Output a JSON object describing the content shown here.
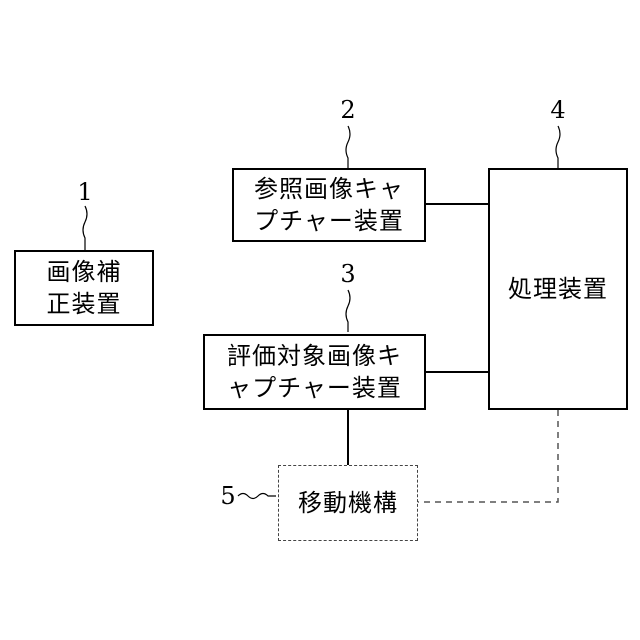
{
  "colors": {
    "line": "#000000",
    "dashed_line": "#555555",
    "background": "#ffffff"
  },
  "blocks": {
    "correction_device": {
      "number": "1",
      "lines": [
        "画像補",
        "正装置"
      ]
    },
    "reference_capture": {
      "number": "2",
      "lines": [
        "参照画像キャ",
        "プチャー装置"
      ]
    },
    "evaluation_capture": {
      "number": "3",
      "lines": [
        "評価対象画像キ",
        "ャプチャー装置"
      ]
    },
    "processing_device": {
      "number": "4",
      "lines": [
        "処理装置"
      ]
    },
    "moving_mechanism": {
      "number": "5",
      "lines": [
        "移動機構"
      ]
    }
  }
}
